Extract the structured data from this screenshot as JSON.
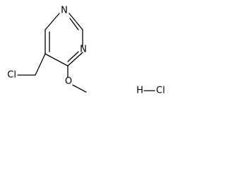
{
  "molecule": {
    "ring_n1": "N",
    "ring_n2": "N",
    "methoxy_o": "O",
    "chloromethyl_cl": "Cl",
    "hcl_h": "H",
    "hcl_cl": "Cl"
  }
}
